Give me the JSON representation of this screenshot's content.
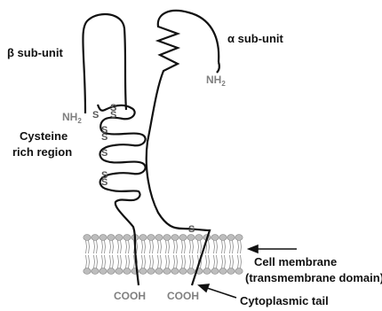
{
  "labels": {
    "beta_subunit": "β sub-unit",
    "alpha_subunit": "α sub-unit",
    "nh2_alpha": "NH",
    "nh2_alpha_sub": "2",
    "nh2_beta": "NH",
    "nh2_beta_sub": "2",
    "cysteine_line1": "Cysteine",
    "cysteine_line2": "rich region",
    "cooh_left": "COOH",
    "cooh_right": "COOH",
    "cell_membrane": "Cell membrane",
    "transmembrane": "(transmembrane domain)",
    "cytoplasmic_tail": "Cytoplasmic tail",
    "disulfide": "S"
  },
  "colors": {
    "ink": "#111111",
    "label_gray": "#808080",
    "membrane": "#bdbdbd",
    "membrane_dark": "#8a8a8a"
  }
}
